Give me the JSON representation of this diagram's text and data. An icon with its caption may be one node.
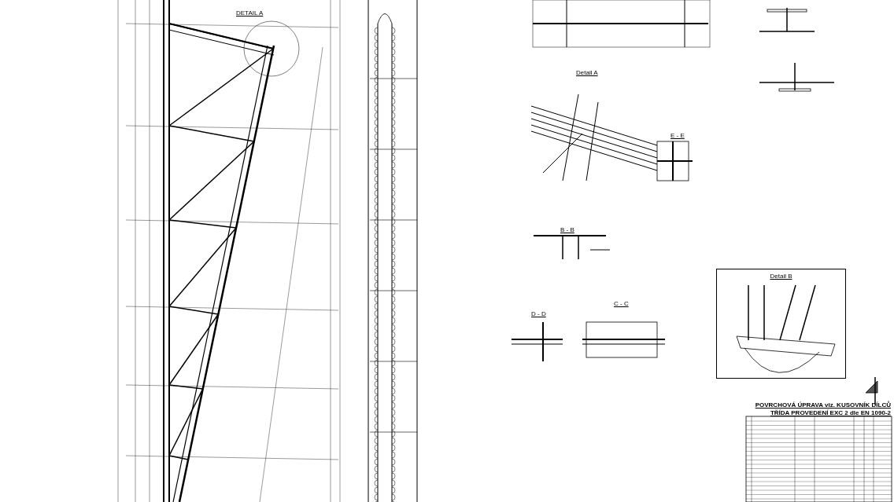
{
  "diagram": {
    "nodes": [
      {
        "text": [
          "Detail B"
        ]
      }
    ],
    "labels": [
      "DETAIL A",
      "Detail A",
      "E - E",
      "B - B",
      "D - D",
      "C - C",
      "POVRCHOVÁ ÚPRAVA viz. KUSOVNÍK DÍLCŮ",
      "TŘÍDA PROVEDENÍ EXC 2 dle EN 1090-2"
    ]
  }
}
